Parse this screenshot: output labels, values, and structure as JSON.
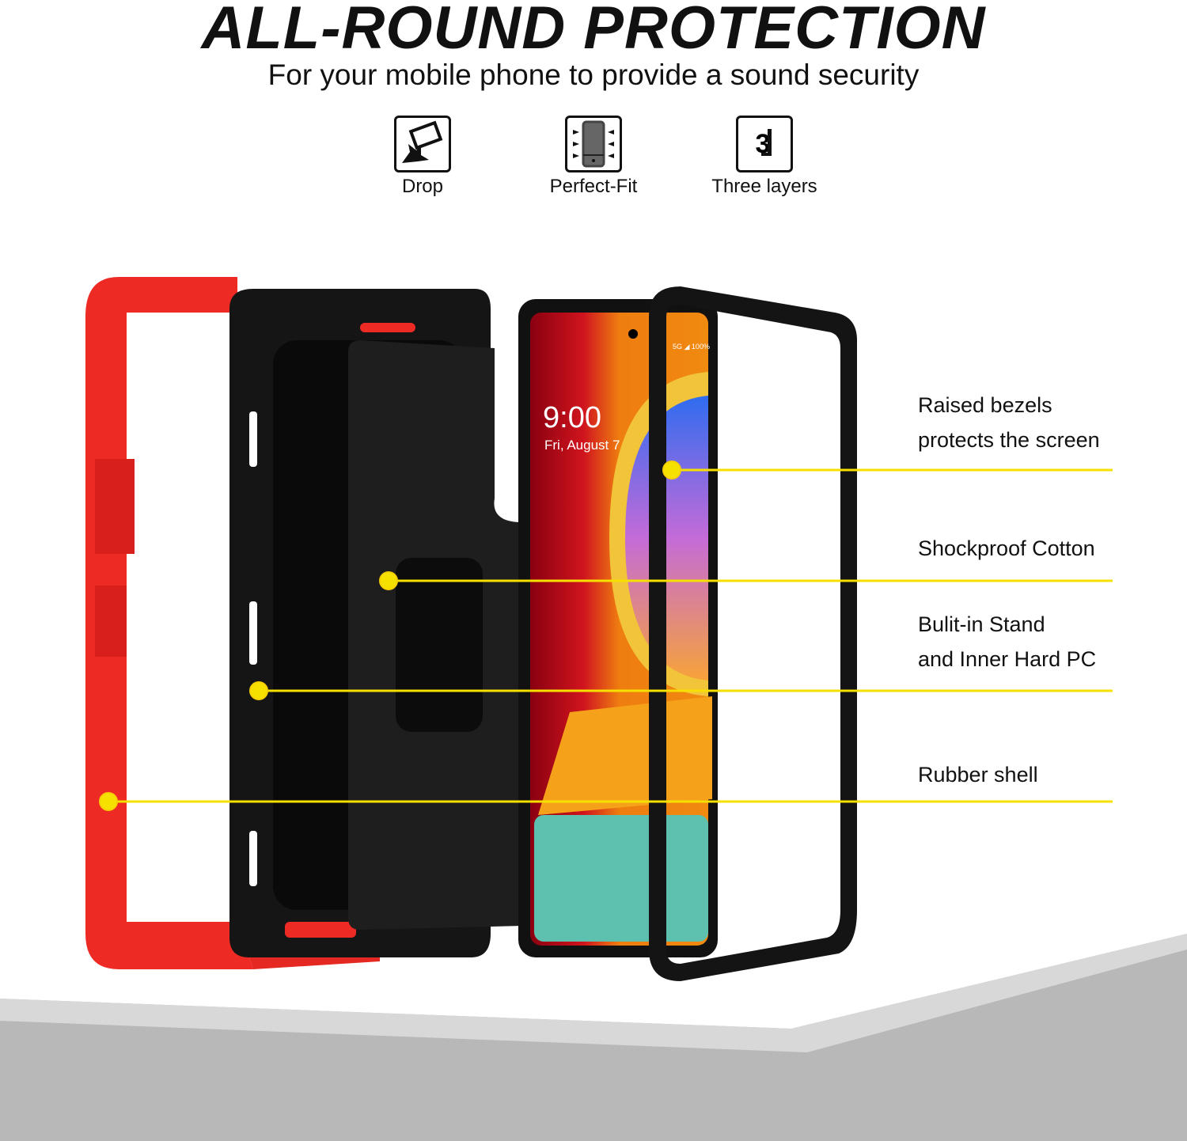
{
  "header": {
    "title": "ALL-ROUND PROTECTION",
    "subtitle": "For your mobile phone to provide a sound security"
  },
  "features": [
    {
      "label": "Drop",
      "icon": "drop-icon"
    },
    {
      "label": "Perfect-Fit",
      "icon": "perfect-fit-icon"
    },
    {
      "label": "Three layers",
      "icon": "three-layers-icon",
      "glyph": "3"
    }
  ],
  "phone_screen": {
    "time": "9:00",
    "date": "Fri, August 7",
    "status": "5G ◢ 100%"
  },
  "callouts": [
    {
      "line1": "Raised bezels",
      "line2": "protects the screen"
    },
    {
      "line1": "Shockproof Cotton",
      "line2": ""
    },
    {
      "line1": "Bulit-in Stand",
      "line2": "and Inner Hard PC"
    },
    {
      "line1": "Rubber shell",
      "line2": ""
    }
  ],
  "colors": {
    "accent": "#f5e000",
    "rubber": "#ee2a25",
    "pc": "#151515"
  }
}
